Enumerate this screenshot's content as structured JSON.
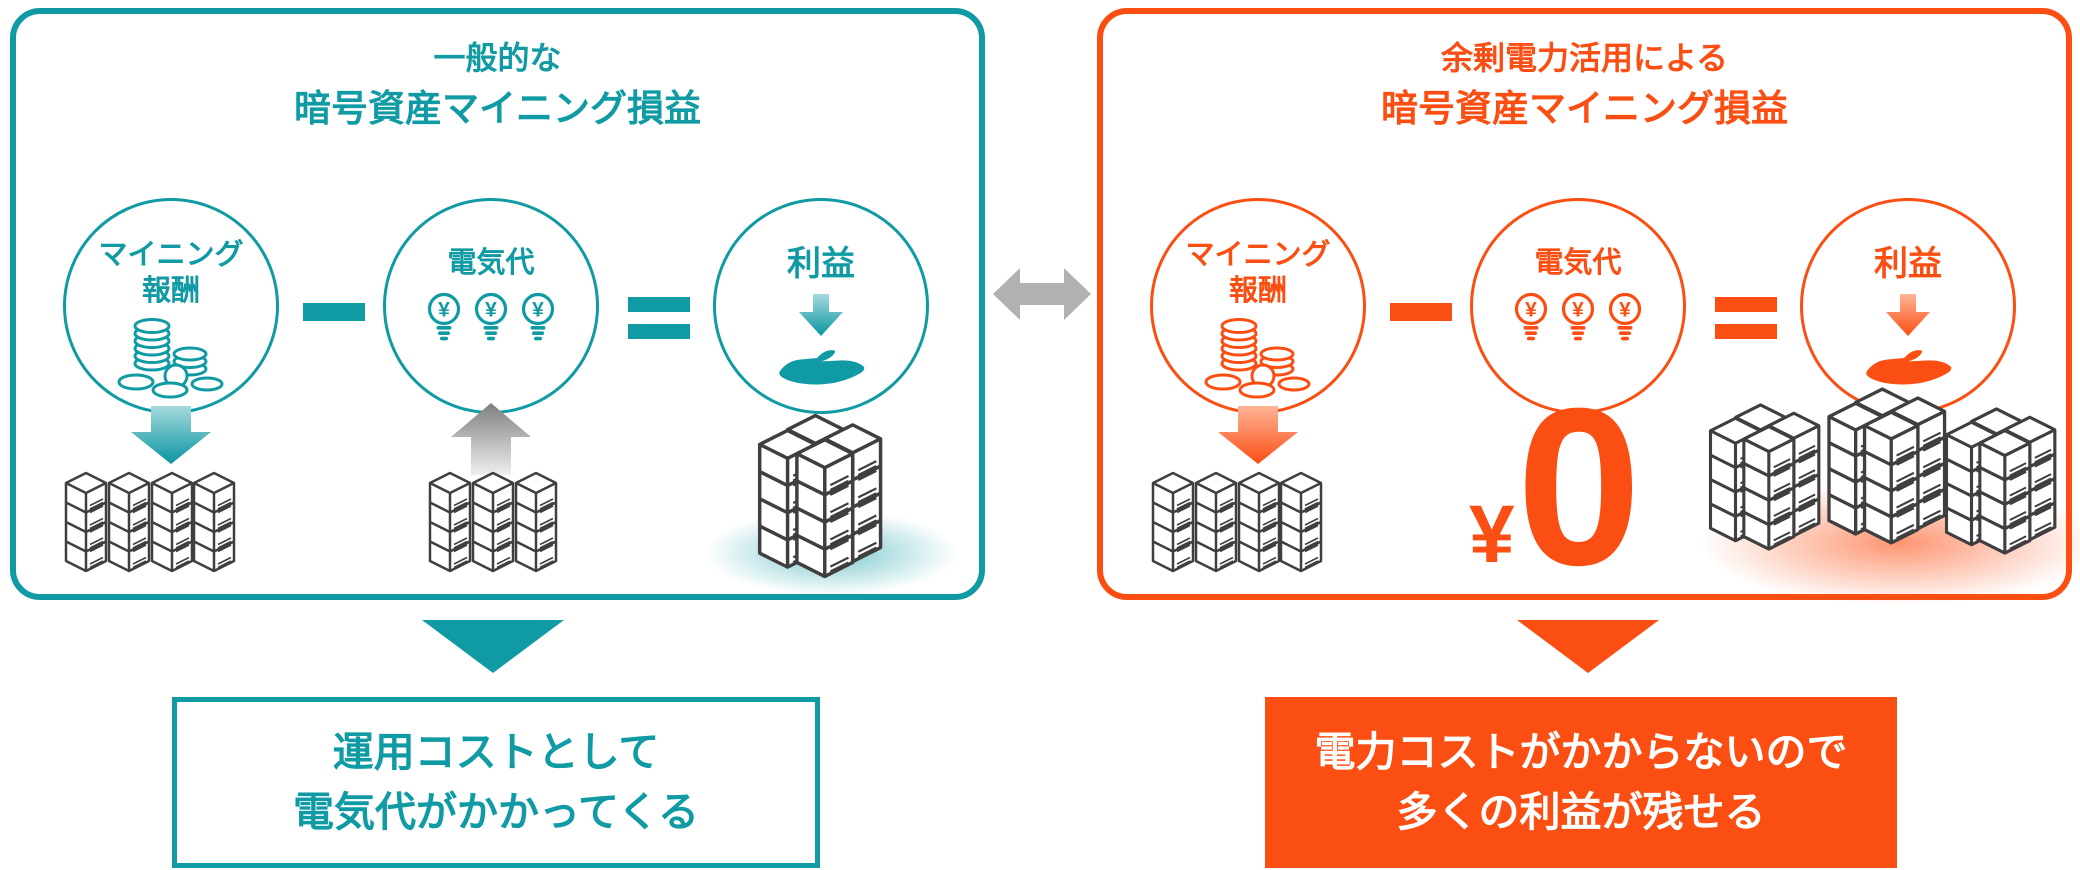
{
  "left_panel": {
    "title": [
      "一般的な",
      "暗号資産マイニング損益"
    ],
    "mining_reward_label": [
      "マイニング",
      "報酬"
    ],
    "electricity_label": "電気代",
    "profit_label": "利益",
    "conclusion": [
      "運用コストとして",
      "電気代がかかってくる"
    ]
  },
  "right_panel": {
    "title": [
      "余剰電力活用による",
      "暗号資産マイニング損益"
    ],
    "mining_reward_label": [
      "マイニング",
      "報酬"
    ],
    "electricity_label": "電気代",
    "profit_label": "利益",
    "zero_cost": {
      "currency": "¥",
      "amount": "0"
    },
    "conclusion": [
      "電力コストがかからないので",
      "多くの利益が残せる"
    ]
  },
  "icons": {
    "lightbulb_currency": "¥"
  },
  "colors": {
    "teal": "#0f9aa4",
    "orange": "#fb4e13",
    "gray_arrow": "#b1b1b1",
    "server_outline": "#3f3f3f"
  }
}
